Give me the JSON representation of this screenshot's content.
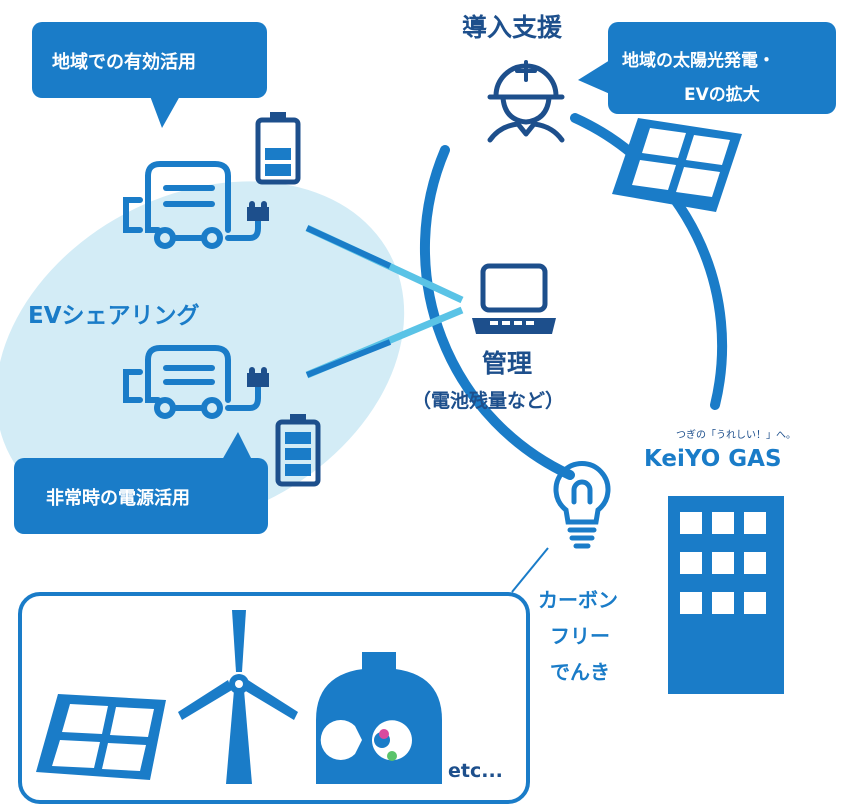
{
  "title": "導入支援",
  "callouts": {
    "local_use": "地域での有効活用",
    "solar_ev": "地域の太陽光発電・",
    "solar_ev_line2": "EVの拡大",
    "emergency": "非常時の電源活用"
  },
  "ev_sharing": "EVシェアリング",
  "management": {
    "label": "管理",
    "sub": "（電池残量など）"
  },
  "brand": {
    "tagline": "つぎの「うれしい！」へ。",
    "name": "KeiYO GAS"
  },
  "carbon_free": [
    "カーボン",
    "フリー",
    "でんき"
  ],
  "etc": "etc...",
  "colors": {
    "primary": "#1a7cc8",
    "light_bg": "#d3ecf6",
    "accent": "#5ac3e6",
    "navy": "#1d4f8c"
  },
  "icons": [
    "support-worker-icon",
    "solar-panel-icon",
    "laptop-icon",
    "light-bulb-icon",
    "building-icon",
    "car-charging-icon",
    "battery-icon",
    "wind-turbine-icon",
    "gas-tank-icon"
  ]
}
